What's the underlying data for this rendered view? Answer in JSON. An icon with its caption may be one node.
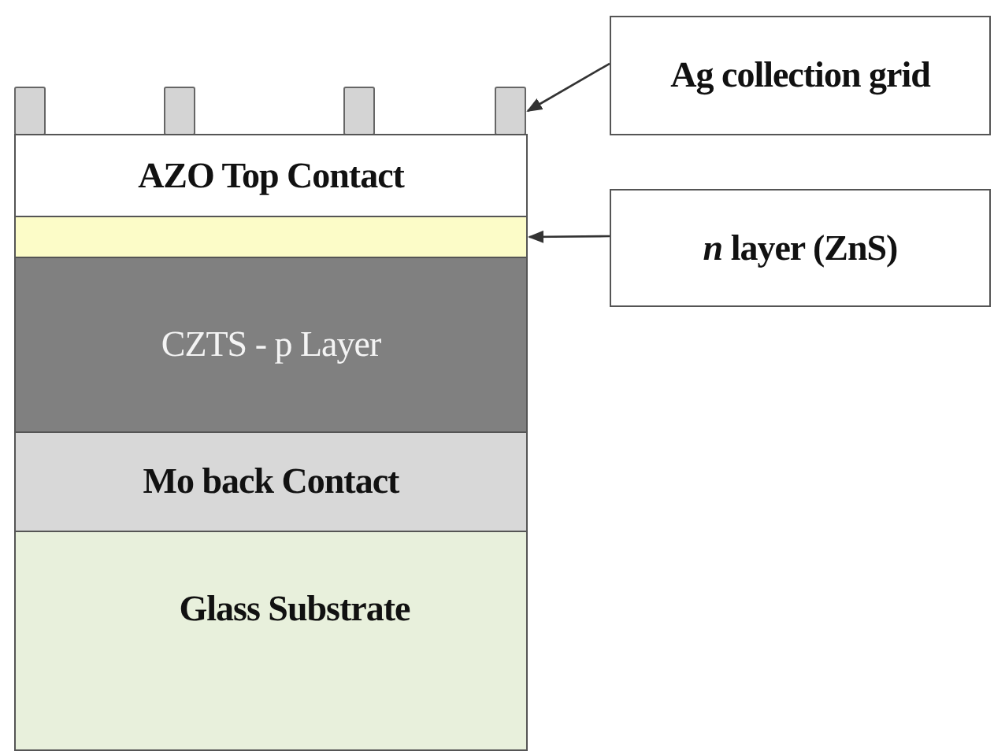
{
  "diagram": {
    "nodes": [
      {
        "text": [
          "Ag collection grid"
        ]
      },
      {
        "text": [],
        "shape": "box"
      },
      {
        "text": [],
        "shape": "box"
      },
      {
        "text": [],
        "shape": "box"
      },
      {
        "text": [],
        "shape": "box"
      },
      {
        "text": [
          "AZO Top Contact"
        ]
      },
      {
        "text": [
          "*n* layer (ZnS)"
        ]
      },
      {
        "text": [],
        "shape": "bar"
      },
      {
        "text": [
          "CZTS - p Layer"
        ]
      },
      {
        "text": [
          "Mo back Contact"
        ]
      },
      {
        "text": [
          "Glass Substrate"
        ]
      }
    ],
    "edges": [
      {
        "from": 0,
        "to": 4,
        "arrow": "to"
      },
      {
        "from": 6,
        "to": 7,
        "arrow": "to"
      }
    ]
  }
}
